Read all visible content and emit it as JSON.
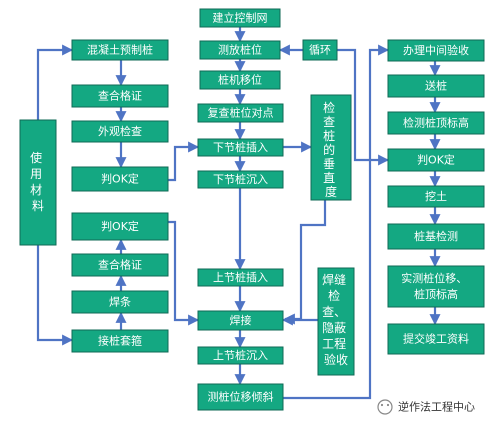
{
  "nodes": {
    "setup_control_net": "建立控制网",
    "survey_pile_position": "测放桩位",
    "cycle": "循环",
    "pile_machine_shift": "桩机移位",
    "recheck_pile_alignment": "复查桩位对点",
    "insert_lower_pile": "下节桩插入",
    "sink_lower_pile": "下节桩沉入",
    "insert_upper_pile": "上节桩插入",
    "weld": "焊接",
    "sink_upper_pile": "上节桩沉入",
    "measure_pile_offset_tilt": "测桩位移倾斜",
    "check_pile_verticality": [
      "检",
      "查",
      "桩",
      "的",
      "垂",
      "直",
      "度"
    ],
    "weld_seam_inspection": [
      "焊缝",
      "检",
      "查、",
      "隐蔽",
      "工程",
      "验收"
    ],
    "concrete_precast_pile": "混凝土预制桩",
    "check_certificate_1": "查合格证",
    "visual_inspection": "外观检查",
    "judge_ok_1": "判OK定",
    "use_materials": [
      "使",
      "用",
      "材",
      "料"
    ],
    "judge_ok_2": "判OK定",
    "check_certificate_2": "查合格证",
    "welding_rod": "焊条",
    "pile_joint_hoop": "接桩套箍",
    "intermediate_acceptance": "办理中间验收",
    "deliver_pile": "送桩",
    "check_pile_top_elevation": "检测桩顶标高",
    "judge_ok_3": "判OK定",
    "excavation": "挖土",
    "foundation_pile_test": "桩基检测",
    "measure_offset_elevation": [
      "实测桩位移、",
      "桩顶标高"
    ],
    "submit_completion_docs": "提交竣工资料"
  },
  "watermark": "逆作法工程中心",
  "colors": {
    "box_fill": "#14a882",
    "line": "#4f74c4",
    "background": "#ffffff"
  }
}
